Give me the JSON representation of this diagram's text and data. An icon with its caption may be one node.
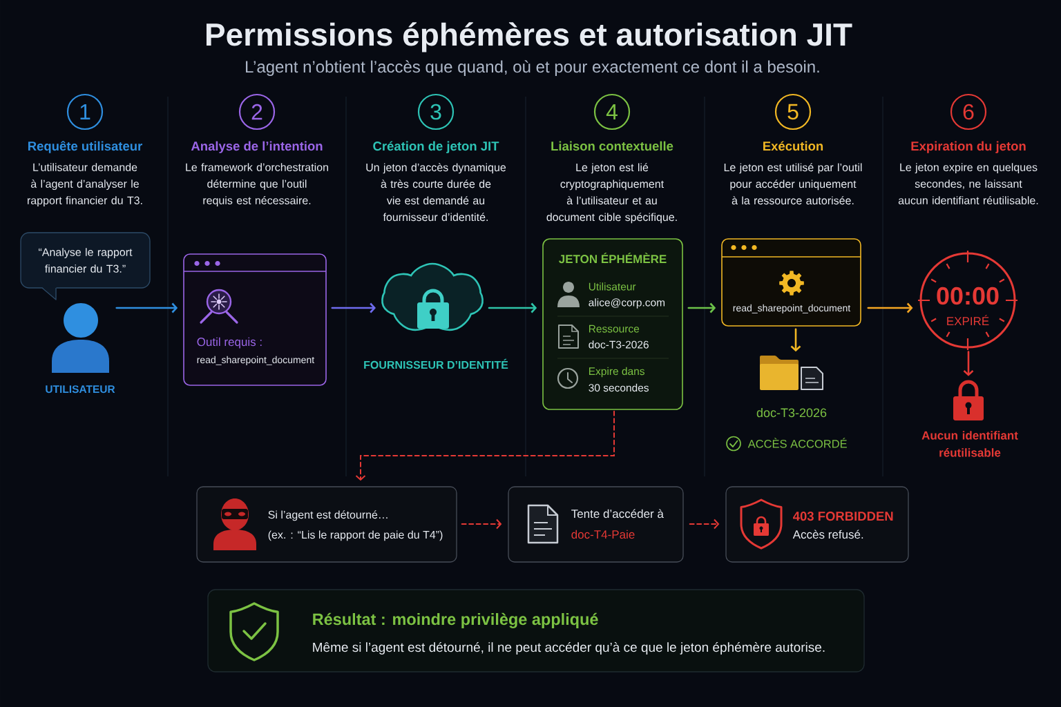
{
  "diagram": {
    "title": "Permissions éphémères et autorisation JIT",
    "nodes": [
      {
        "text": [
          "1"
        ],
        "beside": [
          "Requête utilisateur",
          "L’utilisateur demande à l’agent d’analyser le rapport financier du T3."
        ]
      },
      {
        "text": [
          "2"
        ],
        "beside": [
          "Analyse de l’intention",
          "Le framework d’orchestration détermine que l’outil requis est nécessaire."
        ]
      },
      {
        "text": [
          "3"
        ],
        "beside": [
          "Création de jeton JIT",
          "Un jeton d’accès dynamique à très courte durée de vie est demandé au fournisseur d’identité."
        ]
      },
      {
        "text": [
          "4"
        ],
        "beside": [
          "Liaison contextuelle",
          "Le jeton est lié cryptographiquement à l’utilisateur et au document cible spécifique."
        ]
      },
      {
        "text": [
          "5"
        ],
        "beside": [
          "Exécution",
          "Le jeton est utilisé par l’outil pour accéder uniquement à la ressource autorisée."
        ]
      },
      {
        "text": [
          "6"
        ],
        "beside": [
          "Expiration du jeton",
          "Le jeton expire en quelques secondes, ne laissant aucun identifiant réutilisable."
        ]
      },
      {
        "text": [
          "“Analyse le rapport financier du T3.”"
        ]
      },
      {
        "text": [
          "UTILISATEUR"
        ]
      },
      {
        "text": [
          "Outil requis :",
          "read_sharepoint_document"
        ]
      },
      {
        "text": [
          "FOURNISSEUR D’IDENTITÉ"
        ]
      },
      {
        "text": [
          "JETON ÉPHÉMÈRE",
          "Utilisateur",
          "alice@corp.com",
          "Ressource",
          "doc-T3-2026",
          "Expire dans",
          "30 secondes"
        ]
      },
      {
        "text": [
          "read_sharepoint_document"
        ]
      },
      {
        "text": [
          "doc-T3-2026",
          "ACCÈS ACCORDÉ"
        ]
      },
      {
        "text": [
          "00:00",
          "EXPIRÉ"
        ]
      },
      {
        "text": [
          "Aucun identifiant réutilisable"
        ]
      },
      {
        "text": [
          "Si l’agent est détourné…",
          "(ex. : “Lis le rapport de paie du T4”)"
        ]
      },
      {
        "text": [
          "Tente d’accéder à",
          "doc-T4-Paie"
        ]
      },
      {
        "text": [
          "403 FORBIDDEN",
          "Accès refusé."
        ]
      },
      {
        "text": [
          "Résultat : moindre privilège appliqué",
          "Même si l’agent est détourné, il ne peut accéder qu’à ce que le jeton éphémère autorise."
        ]
      }
    ],
    "edges": [
      {
        "from": 7,
        "to": 8,
        "arrow": "to",
        "color": "#2f8fe0"
      },
      {
        "from": 8,
        "to": 9,
        "arrow": "to",
        "color": "#6f6cf0"
      },
      {
        "from": 9,
        "to": 10,
        "arrow": "to",
        "color": "#2ec4a8"
      },
      {
        "from": 10,
        "to": 11,
        "arrow": "to",
        "color": "#6cc24a"
      },
      {
        "from": 11,
        "to": 13,
        "arrow": "to",
        "color": "#f5a623"
      },
      {
        "from": 11,
        "to": 12,
        "arrow": "to",
        "color": "#f2b824"
      },
      {
        "from": 13,
        "to": 14,
        "arrow": "to",
        "color": "#e53935"
      },
      {
        "from": 10,
        "to": 15,
        "arrow": "to",
        "style": "dashed",
        "color": "#e53935"
      },
      {
        "from": 15,
        "to": 16,
        "arrow": "to",
        "style": "dashed",
        "color": "#e53935"
      },
      {
        "from": 16,
        "to": 17,
        "arrow": "to",
        "style": "dashed",
        "color": "#e53935"
      }
    ],
    "labels": [
      "L’agent n’obtient l’accès que quand, où et pour exactement ce dont il a besoin."
    ]
  }
}
